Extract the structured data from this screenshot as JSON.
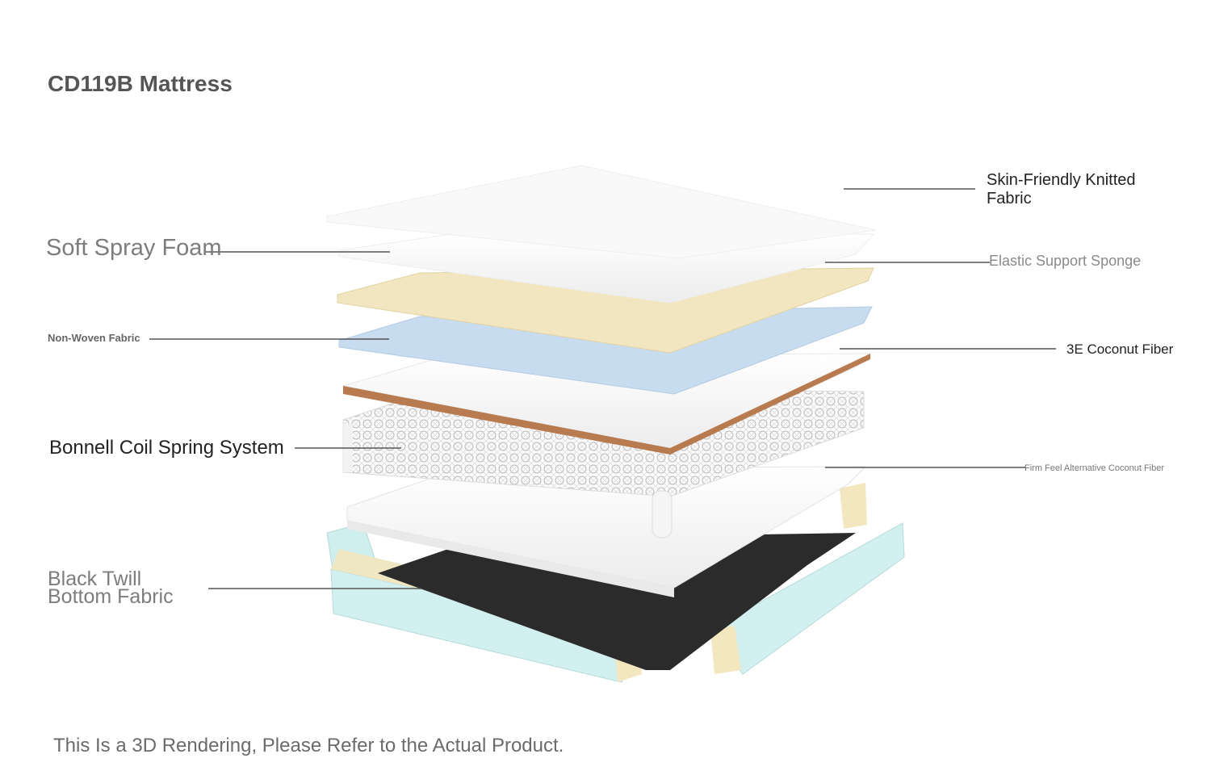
{
  "title": "CD119B Mattress",
  "footer_note": "This Is a 3D Rendering, Please Refer to the Actual Product.",
  "layers": {
    "skin_friendly_fabric": [
      "Skin-Friendly Knitted",
      "Fabric"
    ],
    "soft_spray_foam": "Soft Spray Foam",
    "elastic_support_sponge": "Elastic Support Sponge",
    "non_woven_fabric": "Non-Woven Fabric",
    "coconut_fiber_3e": "3E Coconut Fiber",
    "bonnell_coil": "Bonnell Coil Spring System",
    "firm_feel_coconut": "Firm Feel Alternative Coconut Fiber",
    "black_twill": [
      "Black Twill",
      "Bottom Fabric"
    ]
  },
  "colors": {
    "white_layer": "#f7f7f7",
    "cream_foam": "#f1e6bf",
    "blue_sponge": "#c8dcf0",
    "coconut_edge": "#b87a4f",
    "black_fabric": "#2b2b2b",
    "mint_border": "#cfeeee",
    "leader_line": "#555555"
  }
}
